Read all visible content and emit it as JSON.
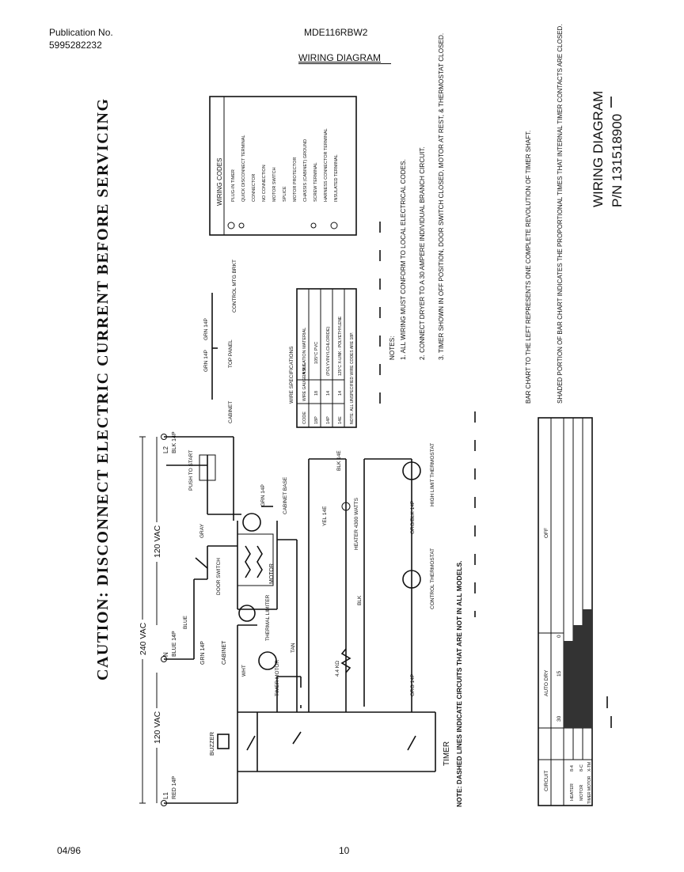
{
  "header": {
    "publication_label": "Publication No.",
    "publication_number": "5995282232",
    "model": "MDE116RBW2",
    "section_title": "WIRING DIAGRAM"
  },
  "footer": {
    "date": "04/96",
    "page_number": "10"
  },
  "caution": "CAUTION: DISCONNECT ELECTRIC CURRENT BEFORE SERVICING",
  "diagram_title": {
    "line1": "WIRING DIAGRAM",
    "line2": "P/N 131518900"
  },
  "voltages": {
    "v240": "240 VAC",
    "v120_top": "120 VAC",
    "v120_bottom": "120 VAC"
  },
  "terminals": {
    "l1": "L1",
    "l1_wire": "RED 14P",
    "l2": "L2",
    "l2_wire": "BLK 14P",
    "n": "N",
    "n_wire": "BLUE 14P",
    "grn": "GRN 14P",
    "cabinet": "CABINET"
  },
  "components": {
    "buzzer": "BUZZER",
    "timer": "TIMER",
    "timer_motor": "TIMER MOTOR",
    "thermal_limiter": "THERMAL LIMITER",
    "door_switch": "DOOR SWITCH",
    "motor": "MOTOR",
    "push_to_start": "PUSH TO START",
    "heater": "HEATER 4300 WATTS",
    "control_thermostat": "CONTROL THERMOSTAT",
    "high_limit_thermostat": "HIGH LIMIT THERMOSTAT",
    "cabinet_base": "CABINET BASE",
    "resistor": "4.4 KΩ"
  },
  "wire_labels": {
    "blue": "BLUE",
    "gray": "GRAY",
    "tan": "TAN",
    "wht": "WHT",
    "blk": "BLK",
    "blk_14e": "BLK 14E",
    "yel": "YEL 14E",
    "org": "ORG 14P",
    "org_blk": "ORG/BLK 14P",
    "grn": "GRN 14P"
  },
  "ground_panel": {
    "grn_left": "GRN 14P",
    "grn_right": "GRN 14P",
    "cabinet": "CABINET",
    "top_panel": "TOP PANEL",
    "control_mtg": "CONTROL MTG BRKT"
  },
  "wiring_codes": {
    "title": "WIRING CODES",
    "items": [
      "PLUG-IN TIMER",
      "QUICK DISCONNECT TERMINAL",
      "CONNECTOR",
      "NO CONNECTION",
      "MOTOR SWITCH",
      "SPLICE",
      "MOTOR PROTECTOR",
      "CHASSIS (CABINET) GROUND",
      "SCREW TERMINAL",
      "HARNESS CONNECTOR TERMINAL",
      "INSULATED TERMINAL"
    ]
  },
  "wire_specs": {
    "title": "WIRE SPECIFICATIONS",
    "headers": [
      "CODE",
      "WIRE GAUGE A.W.G.",
      "INSULATION MATERIAL"
    ],
    "rows": [
      [
        "18P",
        "18",
        "105°C PVC"
      ],
      [
        "14P",
        "14",
        "(POLYVINYLCHLORIDE)"
      ],
      [
        "14E",
        "14",
        "125°C X-LINK - POLYETHYLENE"
      ]
    ],
    "note": "NOTE: ALL UNSPECIFIED WIRE CODES ARE 18P."
  },
  "notes": {
    "title": "NOTES:",
    "items": [
      "1. ALL WIRING MUST CONFORM TO LOCAL ELECTRICAL CODES.",
      "2. CONNECT DRYER TO A 30 AMPERE INDIVIDUAL BRANCH CIRCUIT.",
      "3. TIMER SHOWN IN OFF POSITION, DOOR SWITCH CLOSED, MOTOR AT REST, & THERMOSTAT CLOSED."
    ]
  },
  "bar_chart_notes": [
    "BAR CHART TO THE LEFT REPRESENTS ONE COMPLETE REVOLUTION OF TIMER SHAFT.",
    "SHADED PORTION OF BAR CHART INDICATES THE PROPORTIONAL TIMES THAT INTERNAL TIMER CONTACTS ARE CLOSED."
  ],
  "dashed_note": "NOTE: DASHED LINES INDICATE CIRCUITS THAT ARE NOT IN ALL MODELS.",
  "bar_chart": {
    "col_circuit": "CIRCUIT",
    "col_auto_dry": "AUTO DRY",
    "col_off": "OFF",
    "ticks": [
      "30",
      "15",
      "0"
    ],
    "rows": [
      {
        "name": "HEATER",
        "contacts": "8-4"
      },
      {
        "name": "MOTOR",
        "contacts": "8-C"
      },
      {
        "name": "TIMER MOTOR",
        "contacts": "X-TM"
      }
    ]
  }
}
